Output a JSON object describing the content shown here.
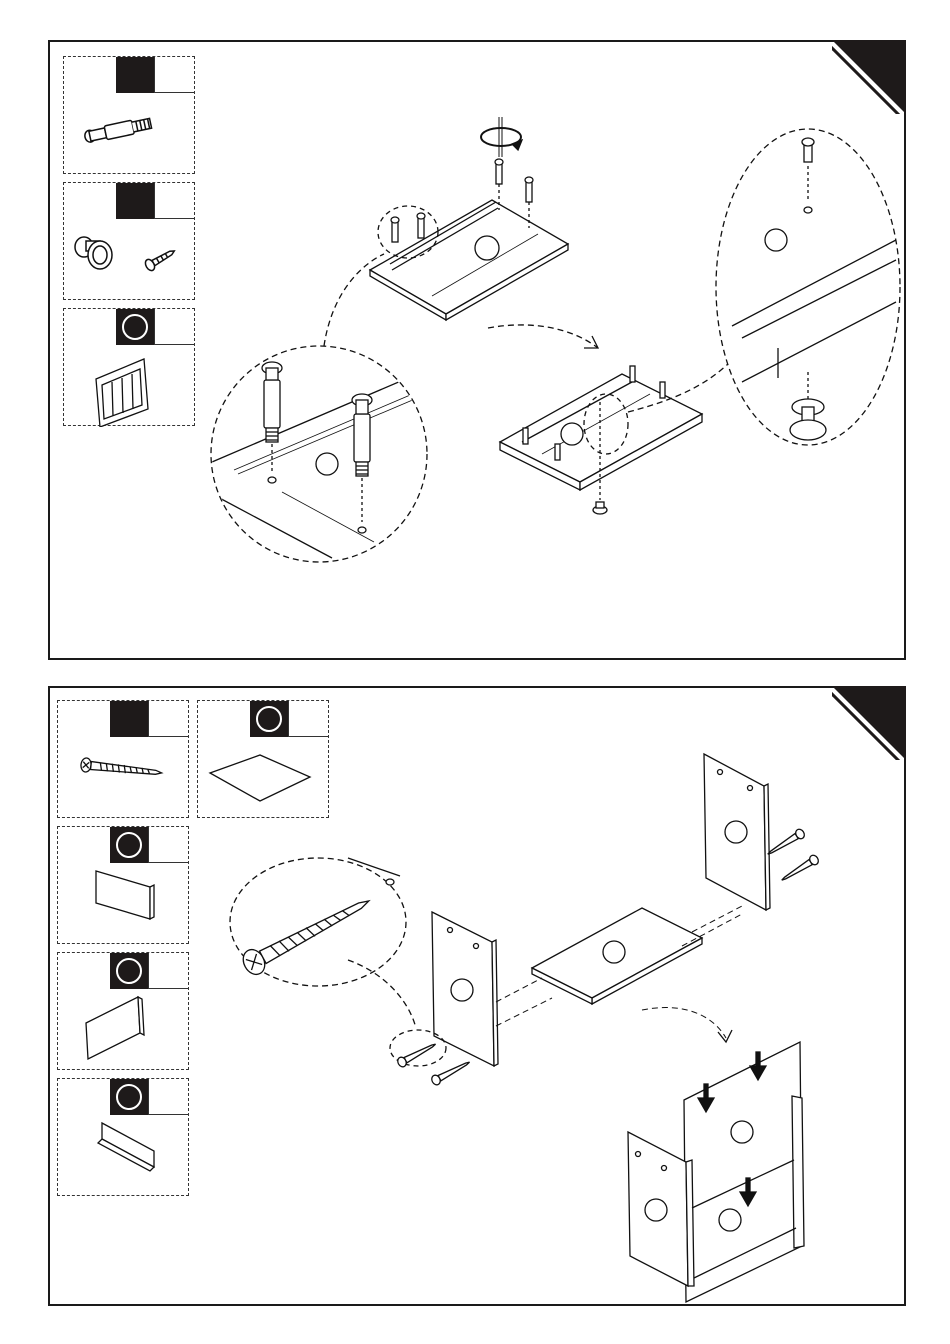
{
  "page": {
    "panels": [
      {
        "step": "",
        "parts": [
          {
            "name": "cam-bolt",
            "quantity": "",
            "tag_style": "filled"
          },
          {
            "name": "knob-and-screw",
            "quantity": "",
            "tag_style": "filled"
          },
          {
            "name": "drawer-front-panel",
            "quantity": "",
            "tag_style": "ring"
          }
        ]
      },
      {
        "step": "",
        "parts": [
          {
            "name": "wood-screw",
            "quantity": "",
            "tag_style": "filled"
          },
          {
            "name": "back-board",
            "quantity": "",
            "tag_style": "ring"
          },
          {
            "name": "small-panel",
            "quantity": "",
            "tag_style": "ring"
          },
          {
            "name": "side-panel",
            "quantity": "",
            "tag_style": "ring"
          },
          {
            "name": "shelf-panel",
            "quantity": "",
            "tag_style": "ring"
          }
        ]
      }
    ]
  },
  "colors": {
    "ink": "#1a1a1a",
    "tag_fill": "#1e1a1a",
    "paper": "#ffffff"
  },
  "icons": [
    "corner-step-badge",
    "rotate-arrow-icon",
    "down-arrow-icon",
    "screw-icon",
    "cam-bolt-icon",
    "knob-icon"
  ]
}
